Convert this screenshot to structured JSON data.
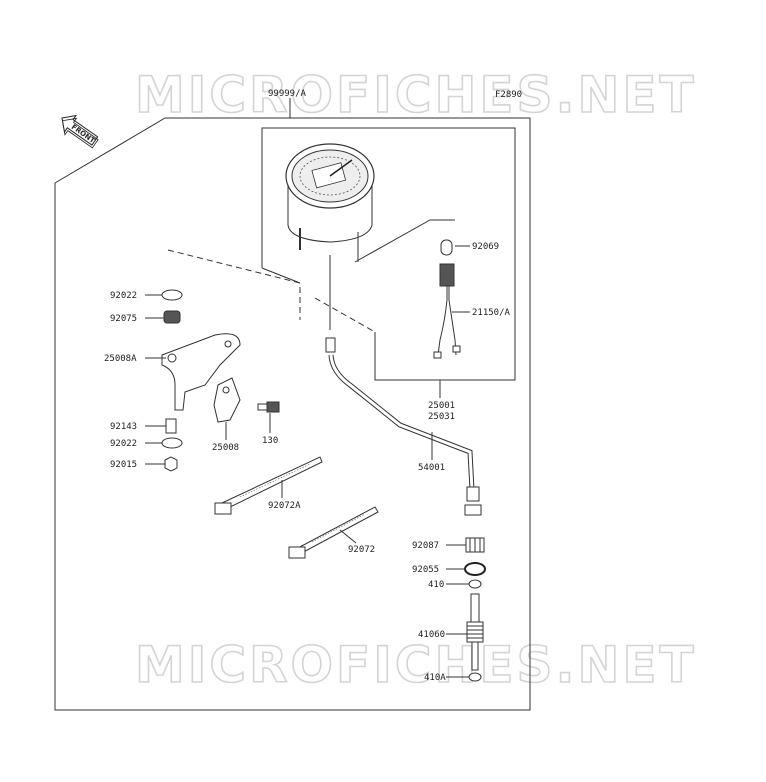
{
  "watermark": "MICROFICHES.NET",
  "figure_code": "F2890",
  "front_badge": "FRONT",
  "assembly_label": "99999/A",
  "callouts": {
    "c92069": "92069",
    "c21150A": "21150/A",
    "c25001": "25001",
    "c25031": "25031",
    "c54001": "54001",
    "c92087": "92087",
    "c92055": "92055",
    "c410": "410",
    "c41060": "41060",
    "c410A": "410A",
    "c92022a": "92022",
    "c92075": "92075",
    "c25008A": "25008A",
    "c92143": "92143",
    "c92022b": "92022",
    "c92015": "92015",
    "c25008": "25008",
    "c130": "130",
    "c92072A": "92072A",
    "c92072": "92072"
  }
}
